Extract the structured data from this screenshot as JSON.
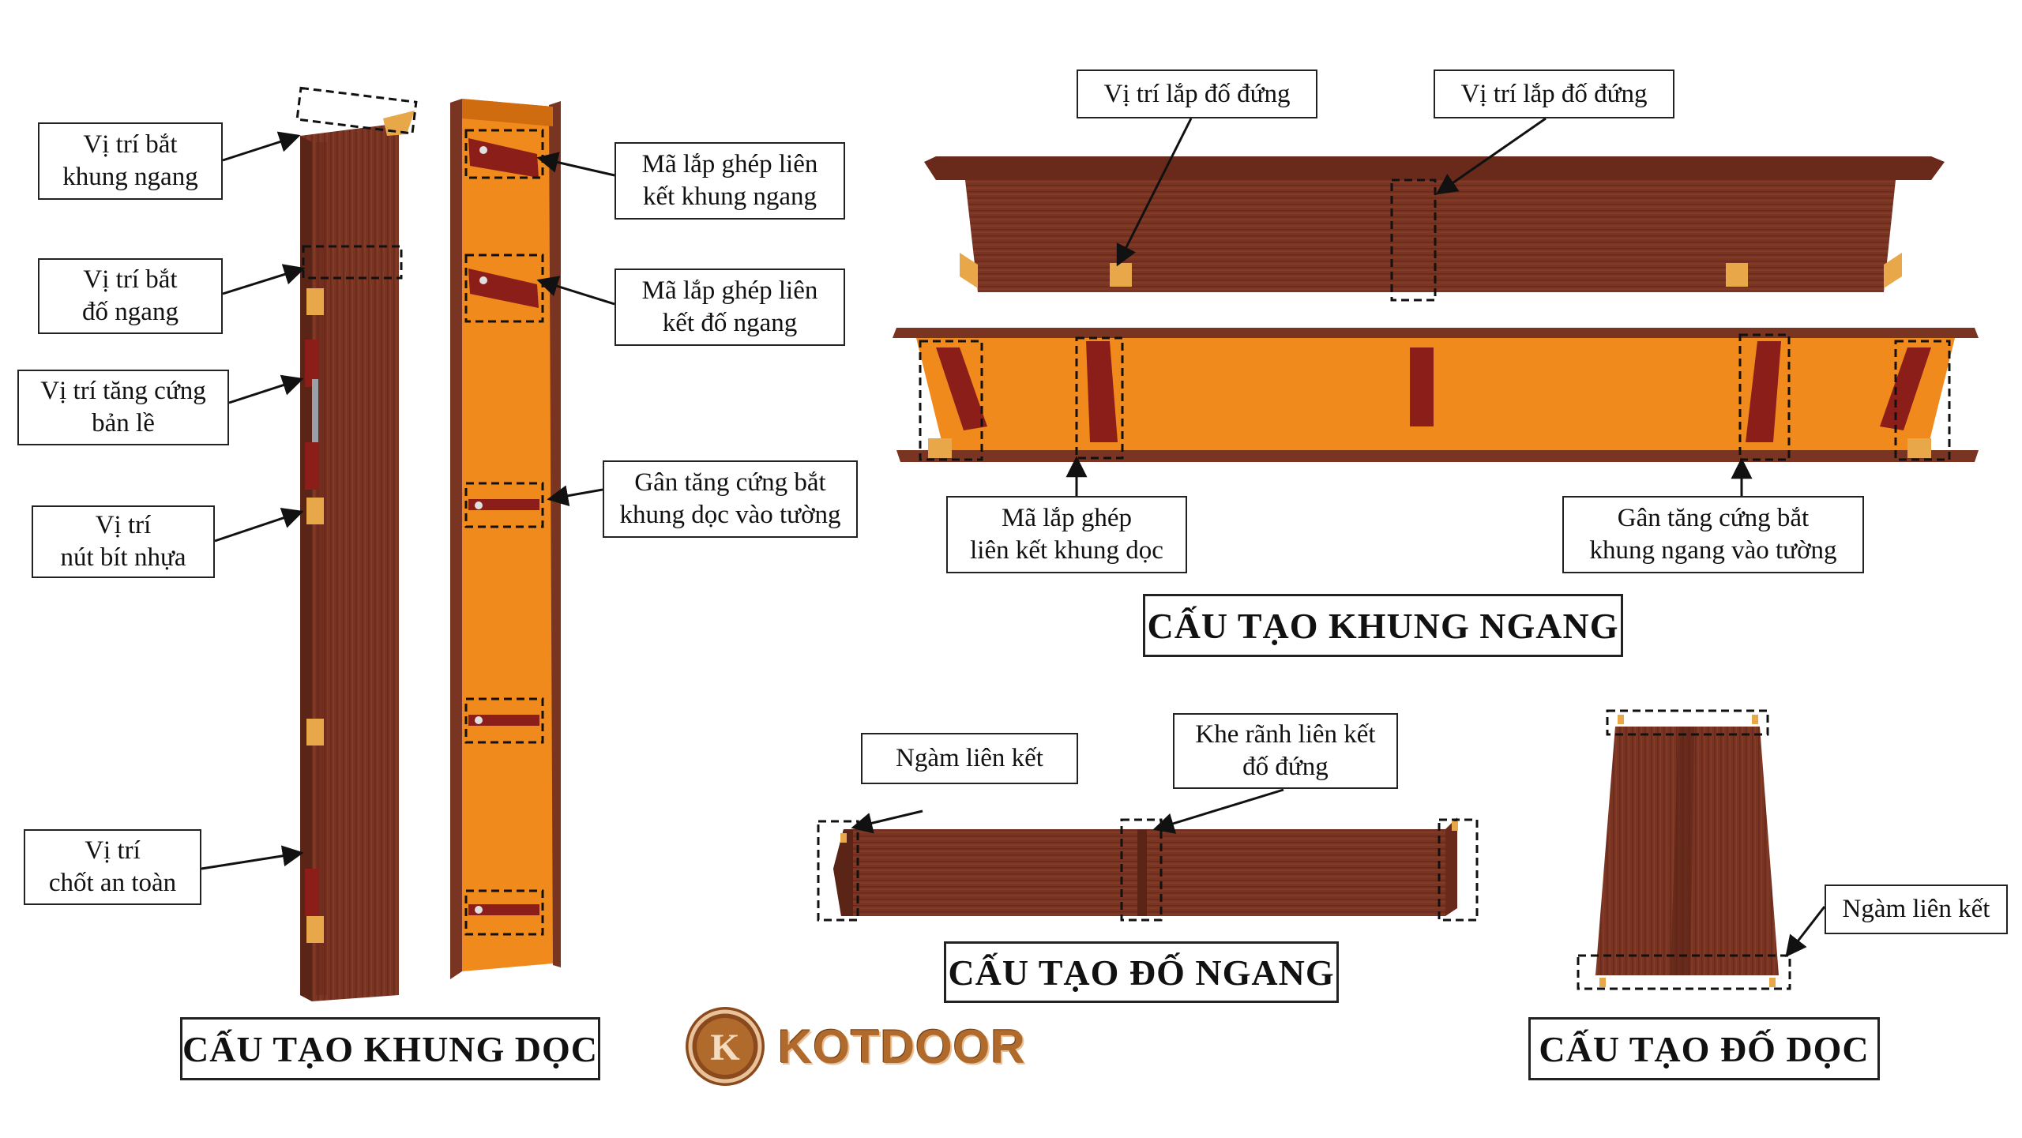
{
  "labels": {
    "vi_tri_bat_khung_ngang": "Vị trí bắt\nkhung ngang",
    "vi_tri_bat_do_ngang": "Vị trí bắt\nđố ngang",
    "vi_tri_tang_cung_ban_le": "Vị trí tăng cứng\nbản lề",
    "vi_tri_nut_bit_nhua": "Vị trí\nnút bít nhựa",
    "vi_tri_chot_an_toan": "Vị trí\nchốt an toàn",
    "ma_lap_ghep_khung_ngang": "Mã lắp ghép liên\nkết khung ngang",
    "ma_lap_ghep_do_ngang": "Mã lắp ghép liên\nkết đố ngang",
    "gan_tang_cung_khung_doc": "Gân tăng cứng bắt\nkhung dọc vào tường",
    "vi_tri_lap_do_dung_1": "Vị trí lắp đố đứng",
    "vi_tri_lap_do_dung_2": "Vị trí lắp đố đứng",
    "ma_lap_ghep_khung_doc": "Mã lắp ghép\nliên kết khung dọc",
    "gan_tang_cung_khung_ngang": "Gân tăng cứng bắt\nkhung ngang vào tường",
    "ngam_lien_ket_1": "Ngàm liên kết",
    "khe_ranh_lien_ket": "Khe rãnh liên kết\nđố đứng",
    "ngam_lien_ket_2": "Ngàm liên kết"
  },
  "titles": {
    "khung_doc": "CẤU TẠO KHUNG DỌC",
    "khung_ngang": "CẤU TẠO KHUNG NGANG",
    "do_ngang": "CẤU TẠO ĐỐ NGANG",
    "do_doc": "CẤU TẠO ĐỐ DỌC"
  },
  "brand": {
    "name": "KOTDOOR",
    "logo_letter": "K",
    "icon": "kotdoor-logo-icon"
  },
  "colors": {
    "wood": "#7a3422",
    "orange_inner": "#f08a1c",
    "bracket": "#8c1e1a",
    "hardware": "#e8a84a"
  }
}
